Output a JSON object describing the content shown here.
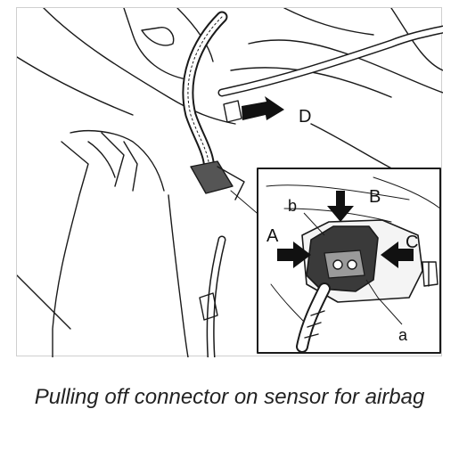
{
  "diagram": {
    "labels": {
      "A": "A",
      "B": "B",
      "C": "C",
      "D": "D",
      "a": "a",
      "b": "b"
    },
    "caption": "Pulling off connector on sensor for airbag"
  }
}
